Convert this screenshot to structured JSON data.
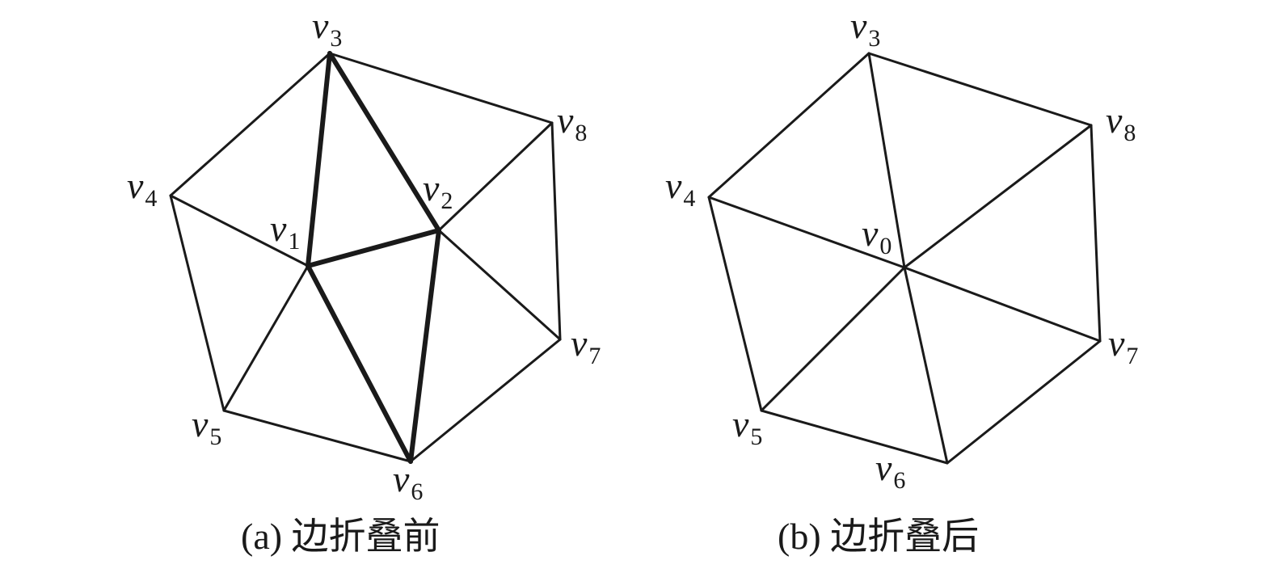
{
  "panels": [
    {
      "caption": "(a) 边折叠前",
      "vertices": [
        {
          "id": "v1",
          "symbol": "v",
          "sub": "1"
        },
        {
          "id": "v2",
          "symbol": "v",
          "sub": "2"
        },
        {
          "id": "v3",
          "symbol": "v",
          "sub": "3"
        },
        {
          "id": "v4",
          "symbol": "v",
          "sub": "4"
        },
        {
          "id": "v5",
          "symbol": "v",
          "sub": "5"
        },
        {
          "id": "v6",
          "symbol": "v",
          "sub": "6"
        },
        {
          "id": "v7",
          "symbol": "v",
          "sub": "7"
        },
        {
          "id": "v8",
          "symbol": "v",
          "sub": "8"
        }
      ],
      "edges": [
        {
          "from": "v3",
          "to": "v8",
          "bold": false
        },
        {
          "from": "v8",
          "to": "v7",
          "bold": false
        },
        {
          "from": "v7",
          "to": "v6",
          "bold": false
        },
        {
          "from": "v6",
          "to": "v5",
          "bold": false
        },
        {
          "from": "v5",
          "to": "v4",
          "bold": false
        },
        {
          "from": "v4",
          "to": "v3",
          "bold": false
        },
        {
          "from": "v4",
          "to": "v1",
          "bold": false
        },
        {
          "from": "v5",
          "to": "v1",
          "bold": false
        },
        {
          "from": "v2",
          "to": "v8",
          "bold": false
        },
        {
          "from": "v2",
          "to": "v7",
          "bold": false
        },
        {
          "from": "v1",
          "to": "v3",
          "bold": true
        },
        {
          "from": "v3",
          "to": "v2",
          "bold": true
        },
        {
          "from": "v1",
          "to": "v2",
          "bold": true
        },
        {
          "from": "v1",
          "to": "v6",
          "bold": true
        },
        {
          "from": "v2",
          "to": "v6",
          "bold": true
        }
      ]
    },
    {
      "caption": "(b) 边折叠后",
      "vertices": [
        {
          "id": "v0",
          "symbol": "v",
          "sub": "0"
        },
        {
          "id": "v3",
          "symbol": "v",
          "sub": "3"
        },
        {
          "id": "v4",
          "symbol": "v",
          "sub": "4"
        },
        {
          "id": "v5",
          "symbol": "v",
          "sub": "5"
        },
        {
          "id": "v6",
          "symbol": "v",
          "sub": "6"
        },
        {
          "id": "v7",
          "symbol": "v",
          "sub": "7"
        },
        {
          "id": "v8",
          "symbol": "v",
          "sub": "8"
        }
      ],
      "edges": [
        {
          "from": "v3",
          "to": "v8",
          "bold": false
        },
        {
          "from": "v8",
          "to": "v7",
          "bold": false
        },
        {
          "from": "v7",
          "to": "v6",
          "bold": false
        },
        {
          "from": "v6",
          "to": "v5",
          "bold": false
        },
        {
          "from": "v5",
          "to": "v4",
          "bold": false
        },
        {
          "from": "v4",
          "to": "v3",
          "bold": false
        },
        {
          "from": "v0",
          "to": "v3",
          "bold": false
        },
        {
          "from": "v0",
          "to": "v4",
          "bold": false
        },
        {
          "from": "v0",
          "to": "v5",
          "bold": false
        },
        {
          "from": "v0",
          "to": "v6",
          "bold": false
        },
        {
          "from": "v0",
          "to": "v7",
          "bold": false
        },
        {
          "from": "v0",
          "to": "v8",
          "bold": false
        }
      ]
    }
  ]
}
